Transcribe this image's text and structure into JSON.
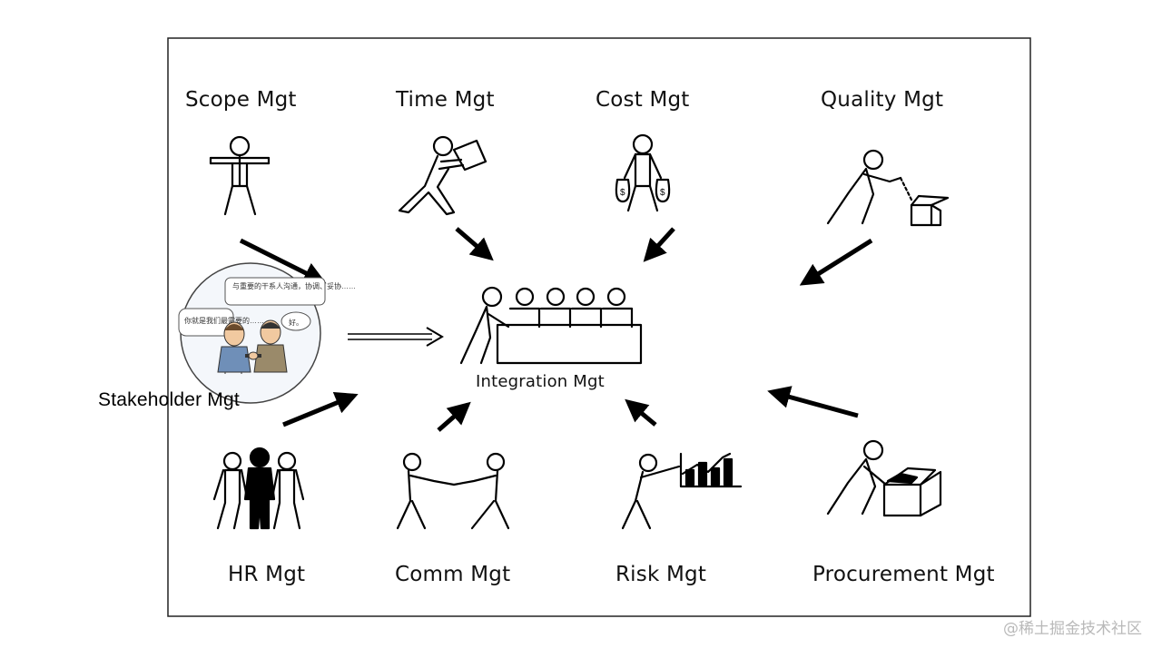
{
  "diagram": {
    "center": "Integration Mgt",
    "areas": {
      "scope": "Scope Mgt",
      "time": "Time Mgt",
      "cost": "Cost Mgt",
      "quality": "Quality Mgt",
      "stakeholder": "Stakeholder Mgt",
      "hr": "HR Mgt",
      "comm": "Comm Mgt",
      "risk": "Risk Mgt",
      "procurement": "Procurement Mgt"
    },
    "cartoon_bubbles": {
      "top": "与重要的干系人沟通，协调、妥协……",
      "left": "你就是我们最需要的……",
      "right": "好。"
    }
  },
  "watermark": "@稀土掘金技术社区",
  "icons": {
    "scope": "person-arms-out-icon",
    "time": "person-carrying-box-icon",
    "cost": "person-holding-money-bags-icon",
    "quality": "person-inspecting-box-icon",
    "stakeholder": "handshake-cartoon-icon",
    "hr": "group-of-people-icon",
    "comm": "two-people-shaking-hands-icon",
    "risk": "person-pointing-at-chart-icon",
    "procurement": "person-packing-box-icon",
    "integration": "team-at-table-icon"
  }
}
